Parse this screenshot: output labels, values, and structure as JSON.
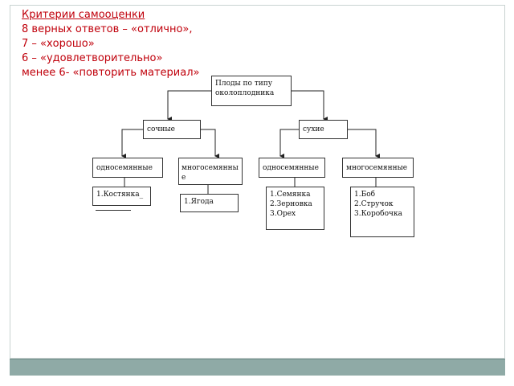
{
  "criteria": {
    "title": "Критерии самооценки",
    "lines": [
      "8 верных ответов – «отлично»,",
      "7 – «хорошо»",
      "6 – «удовлетворительно»",
      "менее 6- «повторить материал»"
    ]
  },
  "tree": {
    "root": "Плоды по типу околоплодника",
    "juicy": {
      "label": "сочные",
      "single": {
        "label": "односемянные",
        "examples": [
          "1.Костянка_"
        ]
      },
      "multi": {
        "label": "многосемянные",
        "examples": [
          "1.Ягода"
        ]
      }
    },
    "dry": {
      "label": "сухие",
      "single": {
        "label": "односемянные",
        "examples": [
          "1.Семянка",
          "2.Зерновка",
          "3.Орех"
        ]
      },
      "multi": {
        "label": "многосемянные",
        "examples": [
          "1.Боб",
          "2.Стручок",
          "3.Коробочка"
        ]
      }
    }
  },
  "colors": {
    "criteria_text": "#c0000b",
    "footer_bar": "#8faaa6",
    "box_border": "#333333"
  }
}
